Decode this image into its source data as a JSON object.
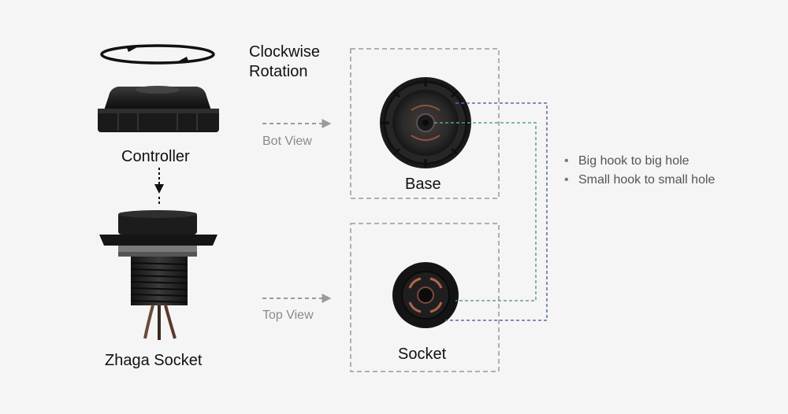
{
  "labels": {
    "rotation_line1": "Clockwise",
    "rotation_line2": "Rotation",
    "controller": "Controller",
    "zhaga_socket": "Zhaga Socket",
    "bot_view": "Bot View",
    "top_view": "Top View",
    "base": "Base",
    "socket": "Socket"
  },
  "notes": [
    "Big hook to big hole",
    "Small hook to small hole"
  ],
  "colors": {
    "background": "#f5f5f5",
    "dashed_box": "#9a9a9a",
    "big_hook_line": "#5a6aa8",
    "small_hook_line": "#5f9e9a",
    "view_arrow": "#9a9a9a",
    "device_black": "#1a1a1a",
    "copper": "#b4644a"
  }
}
